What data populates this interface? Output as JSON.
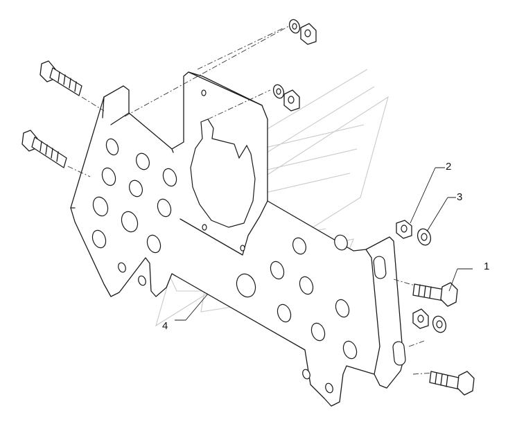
{
  "callouts": [
    {
      "id": "1",
      "label": "1"
    },
    {
      "id": "2",
      "label": "2"
    },
    {
      "id": "3",
      "label": "3"
    },
    {
      "id": "4",
      "label": "4"
    }
  ],
  "colors": {
    "line": "#1a1a1a",
    "watermark": "#c9c9c9",
    "background": "#ffffff"
  }
}
